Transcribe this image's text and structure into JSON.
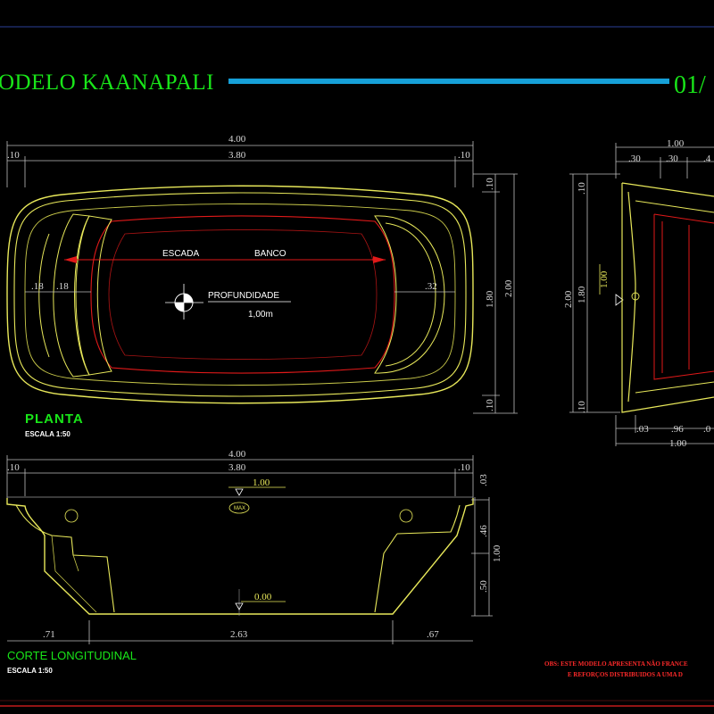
{
  "title": {
    "name": "ODELO KAANAPALI",
    "sheet": "01/",
    "bar_color": "#16a0d8",
    "text_color": "#19e619"
  },
  "planta": {
    "label": "PLANTA",
    "scale": "ESCALA 1:50",
    "escada": "ESCADA",
    "banco": "BANCO",
    "profundidade": "PROFUNDIDADE",
    "depth_value": "1,00m",
    "dim_total": "4.00",
    "dim_inner": "3.80",
    "dim_edge_left": ".10",
    "dim_edge_right": ".10",
    "dim_left_a": ".18",
    "dim_left_b": ".18",
    "dim_right": ".32",
    "dim_height_inner": "1.80",
    "dim_height_total": "2.00",
    "dim_top": ".10",
    "dim_bottom": ".10"
  },
  "side": {
    "dim_top_total": "1.00",
    "dim_top_a": ".30",
    "dim_top_b": ".30",
    "dim_top_c": ".4",
    "dim_left_top": ".10",
    "dim_left_bottom": ".10",
    "dim_total_h": "2.00",
    "dim_inner_h": "1.80",
    "level": "1.00",
    "dim_bot_a": ".03",
    "dim_bot_b": ".96",
    "dim_bot_c": ".0",
    "dim_bot_total": "1.00"
  },
  "corte": {
    "label": "CORTE LONGITUDINAL",
    "scale": "ESCALA 1:50",
    "dim_total": "4.00",
    "dim_inner": "3.80",
    "dim_edge_left": ".10",
    "dim_edge_right": ".10",
    "level_top": "1.00",
    "level_bottom": "0.00",
    "badge": "MAX",
    "dim_right_a": ".03",
    "dim_right_b": ".46",
    "dim_right_c": ".50",
    "dim_right_total": "1.00",
    "dim_bot_left": ".71",
    "dim_bot_mid": "2.63",
    "dim_bot_right": ".67"
  },
  "notes": {
    "line1": "OBS: ESTE MODELO APRESENTA NÃO FRANCE",
    "line2": "E REFORÇOS DISTRIBUIDOS A UMA D",
    "color": "#ff2a2a"
  },
  "colors": {
    "outline": "#e8e85a",
    "inner": "#e01919",
    "label_green": "#19e619",
    "frame": "#c21a1a"
  }
}
